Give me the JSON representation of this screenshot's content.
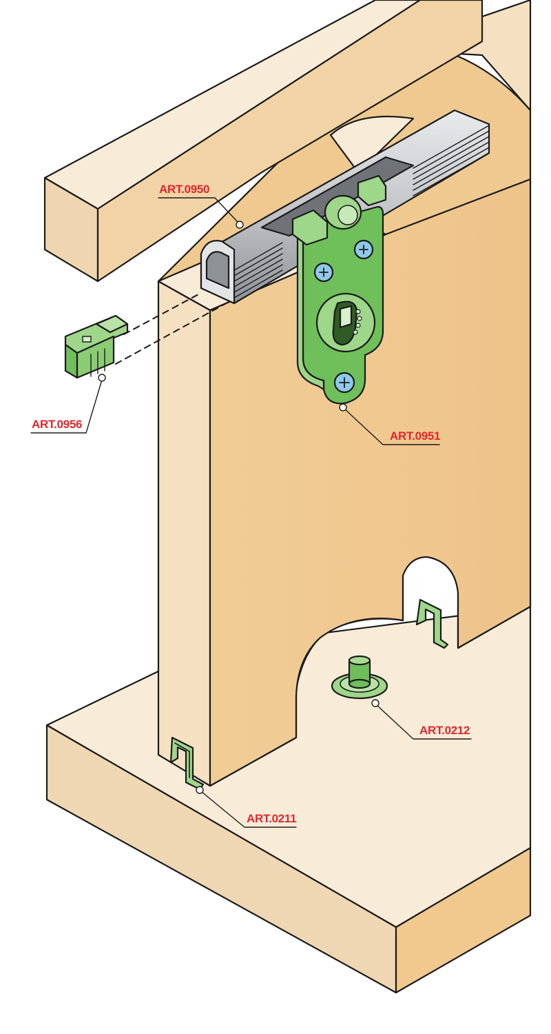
{
  "colors": {
    "wood_light": "#f5e1c1",
    "wood_face": "#efc98f",
    "wood_side": "#e8c896",
    "wood_pale": "#f8ecd8",
    "metal": "#c7c9cc",
    "metal_dark": "#8e9196",
    "part_green": "#6fbf5a",
    "part_green_light": "#9ed68a",
    "screw_blue": "#8fc9ea",
    "label_red": "#e1262d",
    "outline": "#1a1a1a"
  },
  "callouts": [
    {
      "id": "art-0950",
      "label": "ART.0950",
      "part": "top-rail"
    },
    {
      "id": "art-0956",
      "label": "ART.0956",
      "part": "rail-end-cap"
    },
    {
      "id": "art-0951",
      "label": "ART.0951",
      "part": "hanger-bracket"
    },
    {
      "id": "art-0212",
      "label": "ART.0212",
      "part": "floor-guide-pin"
    },
    {
      "id": "art-0211",
      "label": "ART.0211",
      "part": "bottom-guide-channel"
    }
  ]
}
